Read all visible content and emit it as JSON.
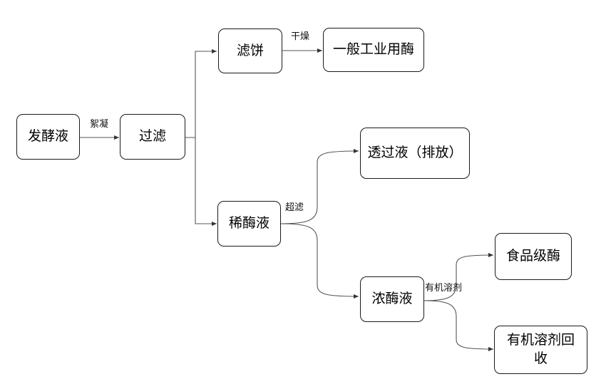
{
  "nodes": {
    "fermentation_broth": "发酵液",
    "filtration": "过滤",
    "filter_cake": "滤饼",
    "industrial_enzyme": "一般工业用酶",
    "dilute_enzyme": "稀酶液",
    "permeate": "透过液（排放）",
    "concentrated_enzyme": "浓酶液",
    "food_enzyme": "食品级酶",
    "solvent_recovery": "有机溶剂回收"
  },
  "edge_labels": {
    "flocculation": "絮凝",
    "drying": "干燥",
    "ultrafiltration": "超滤",
    "organic_solvent": "有机溶剂"
  },
  "colors": {
    "stroke": "#1a1a1a",
    "edge": "#555555",
    "background": "#ffffff"
  }
}
